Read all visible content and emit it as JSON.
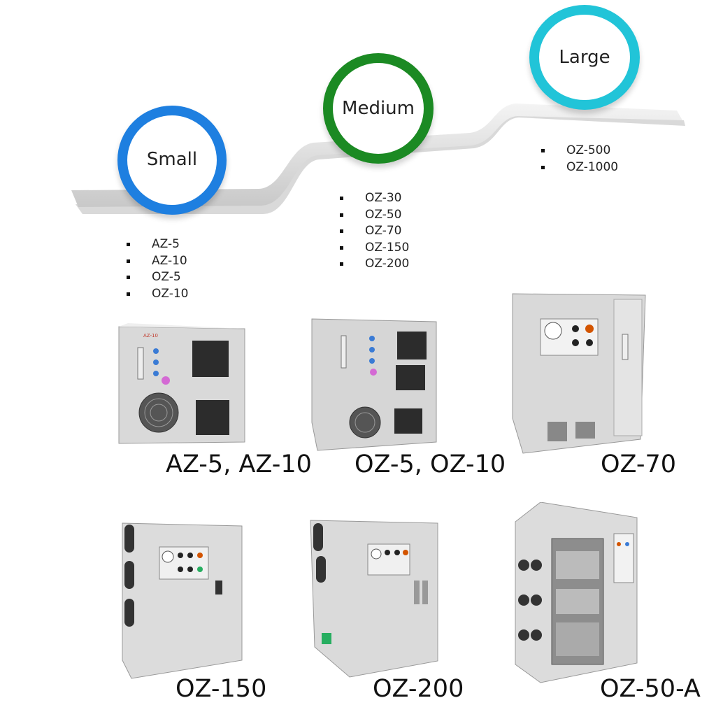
{
  "tiers": [
    {
      "label": "Small",
      "color": "#1e7fe0",
      "models": [
        "AZ-5",
        "AZ-10",
        "OZ-5",
        "OZ-10"
      ]
    },
    {
      "label": "Medium",
      "color": "#1b8a23",
      "models": [
        "OZ-30",
        "OZ-50",
        "OZ-70",
        "OZ-150",
        "OZ-200"
      ]
    },
    {
      "label": "Large",
      "color": "#21c4d8",
      "models": [
        "OZ-500",
        "OZ-1000"
      ]
    }
  ],
  "products": [
    {
      "caption": "AZ-5, AZ-10"
    },
    {
      "caption": "OZ-5, OZ-10"
    },
    {
      "caption": "OZ-70"
    },
    {
      "caption": "OZ-150"
    },
    {
      "caption": "OZ-200"
    },
    {
      "caption": "OZ-50-A"
    }
  ]
}
